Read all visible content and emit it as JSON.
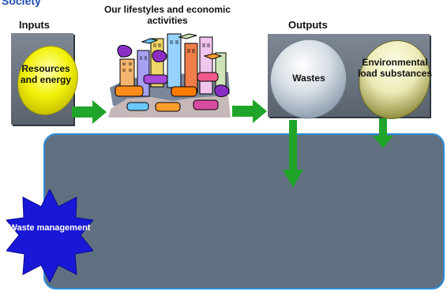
{
  "labels": {
    "society": "Society",
    "inputs": "Inputs",
    "outputs": "Outputs",
    "lifestyle": "Our lifestyles and economic activities",
    "resources": "Resources and energy",
    "wastes": "Wastes",
    "environmental": "Environmental load substances",
    "waste_management": "Waste management"
  }
}
